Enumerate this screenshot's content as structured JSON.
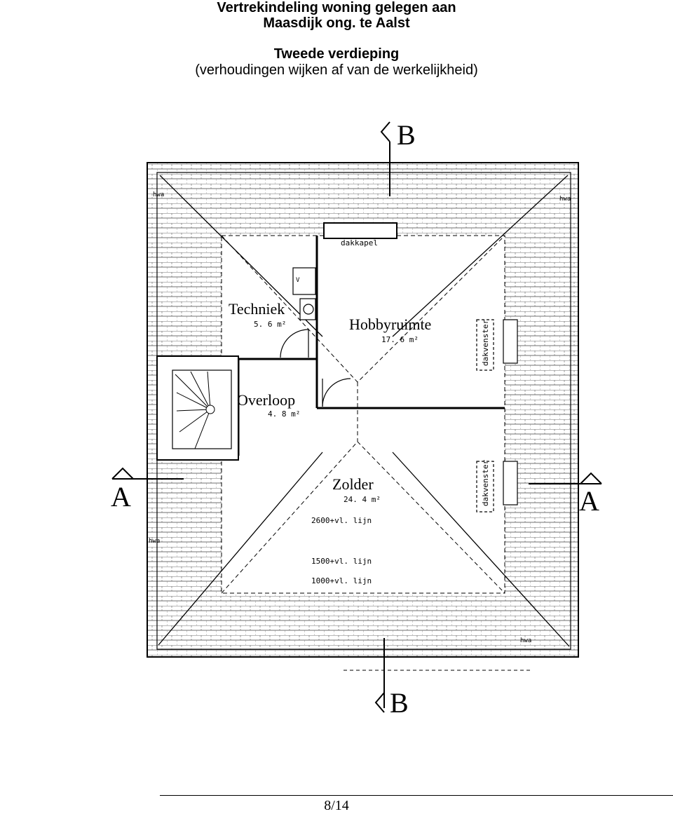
{
  "header": {
    "title_line1": "Vertrekindeling woning gelegen aan",
    "title_line2": "Maasdijk ong. te Aalst",
    "subtitle": "Tweede verdieping",
    "note": "(verhoudingen wijken af van de werkelijkheid)"
  },
  "plan": {
    "rooms": {
      "techniek": {
        "name": "Techniek",
        "area": "5. 6 m²"
      },
      "hobbyruimte": {
        "name": "Hobbyruimte",
        "area": "17. 6 m²"
      },
      "overloop": {
        "name": "Overloop",
        "area": "4. 8 m²"
      },
      "zolder": {
        "name": "Zolder",
        "area": "24. 4 m²"
      }
    },
    "labels": {
      "dakkapel": "dakkapel",
      "dakvenster": "dakvenster",
      "hwa": "hwa",
      "line_2600": "2600+vl. lijn",
      "line_1500": "1500+vl. lijn",
      "line_1000": "1000+vl. lijn",
      "v": "V"
    },
    "section_markers": {
      "a": "A",
      "b": "B"
    }
  },
  "footer": {
    "page_number": "8/14"
  }
}
